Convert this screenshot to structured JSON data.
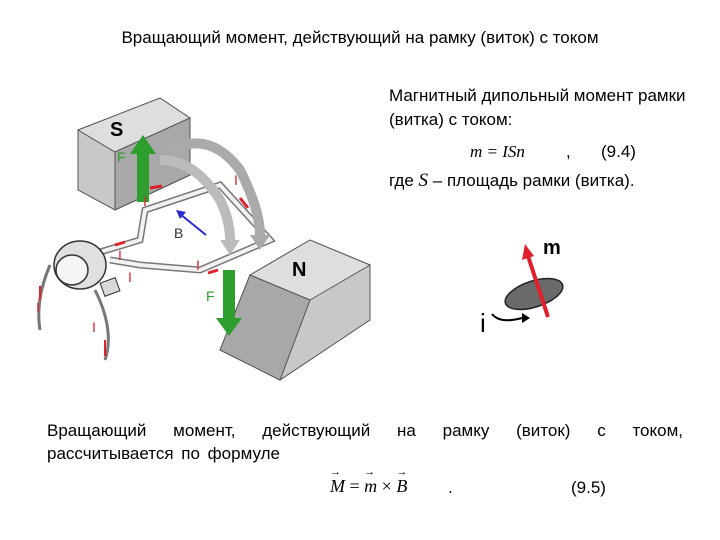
{
  "title": "Вращающий момент, действующий на рамку (виток) с током",
  "dipole": {
    "text": "Магнитный дипольный момент рамки (витка) с током:",
    "formula": "m = ISn",
    "comma": ",",
    "eq_number": "(9.4)",
    "where_prefix": "где",
    "where_symbol": "S",
    "where_suffix": "– площадь рамки (витка)."
  },
  "figure": {
    "labels": {
      "south": "S",
      "north": "N",
      "force_top": "F",
      "force_bottom": "F",
      "field": "B",
      "current": "I"
    },
    "moment_label": "m",
    "current_label": "i",
    "colors": {
      "magnet": "#c8c8c8",
      "magnet_dark": "#9a9a9a",
      "force_arrow": "#2e9e2e",
      "current_red": "#e0202a",
      "field_arrow": "#2a2ad0"
    }
  },
  "paragraph": "Вращающий момент, действующий на рамку (виток) с током, рассчитывается по формуле",
  "formula2": {
    "M": "M",
    "eq": "=",
    "m": "m",
    "times": "×",
    "B": "B",
    "dot": ".",
    "eq_number": "(9.5)"
  }
}
